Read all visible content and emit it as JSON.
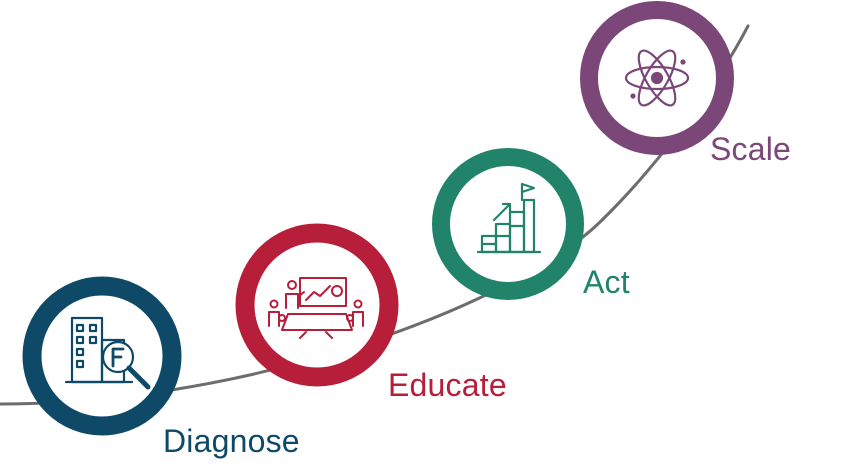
{
  "stages": [
    {
      "id": "diagnose",
      "label": "Diagnose",
      "color": "#0e4a67",
      "icon": "buildings-magnifier-icon"
    },
    {
      "id": "educate",
      "label": "Educate",
      "color": "#b61e39",
      "icon": "classroom-presentation-icon"
    },
    {
      "id": "act",
      "label": "Act",
      "color": "#21846a",
      "icon": "stairs-flag-icon"
    },
    {
      "id": "scale",
      "label": "Scale",
      "color": "#7b4779",
      "icon": "atom-icon"
    }
  ],
  "curve_color": "#6d6d6d"
}
